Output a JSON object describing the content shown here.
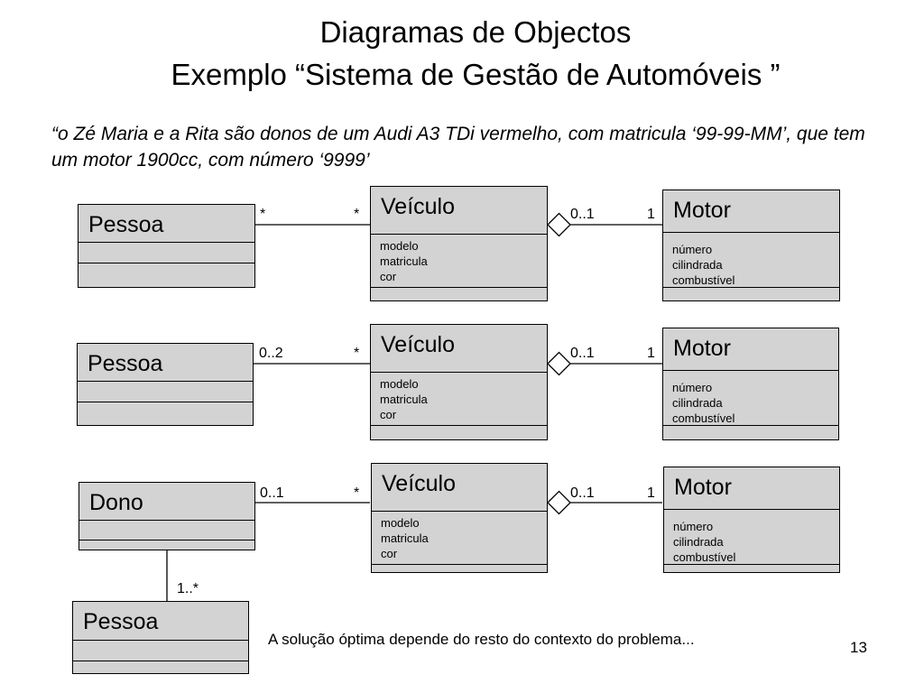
{
  "title_line1": "Diagramas de Objectos",
  "title_line2": "Exemplo “Sistema de Gestão de Automóveis ”",
  "quote": "“o Zé Maria e a Rita são donos de um Audi A3 TDi vermelho, com matricula ‘99-99-MM’, que tem um motor 1900cc, com número ‘9999’",
  "rows": [
    {
      "left_name": "Pessoa",
      "assoc_left_mult": "*",
      "assoc_right_mult": "*",
      "vehicle": {
        "name": "Veículo",
        "attrs": [
          "modelo",
          "matricula",
          "cor"
        ]
      },
      "comp_mult_vehicle": "0..1",
      "comp_mult_motor": "1",
      "motor": {
        "name": "Motor",
        "attrs": [
          "número",
          "cilindrada",
          "combustível"
        ]
      }
    },
    {
      "left_name": "Pessoa",
      "assoc_left_mult": "0..2",
      "assoc_right_mult": "*",
      "vehicle": {
        "name": "Veículo",
        "attrs": [
          "modelo",
          "matricula",
          "cor"
        ]
      },
      "comp_mult_vehicle": "0..1",
      "comp_mult_motor": "1",
      "motor": {
        "name": "Motor",
        "attrs": [
          "número",
          "cilindrada",
          "combustível"
        ]
      }
    },
    {
      "left_name": "Dono",
      "assoc_left_mult": "0..1",
      "assoc_right_mult": "*",
      "vehicle": {
        "name": "Veículo",
        "attrs": [
          "modelo",
          "matricula",
          "cor"
        ]
      },
      "comp_mult_vehicle": "0..1",
      "comp_mult_motor": "1",
      "motor": {
        "name": "Motor",
        "attrs": [
          "número",
          "cilindrada",
          "combustível"
        ]
      }
    }
  ],
  "bottom_class": {
    "name": "Pessoa",
    "mult": "1..*"
  },
  "footer": "A solução óptima depende do resto do contexto do problema...",
  "page_number": "13"
}
